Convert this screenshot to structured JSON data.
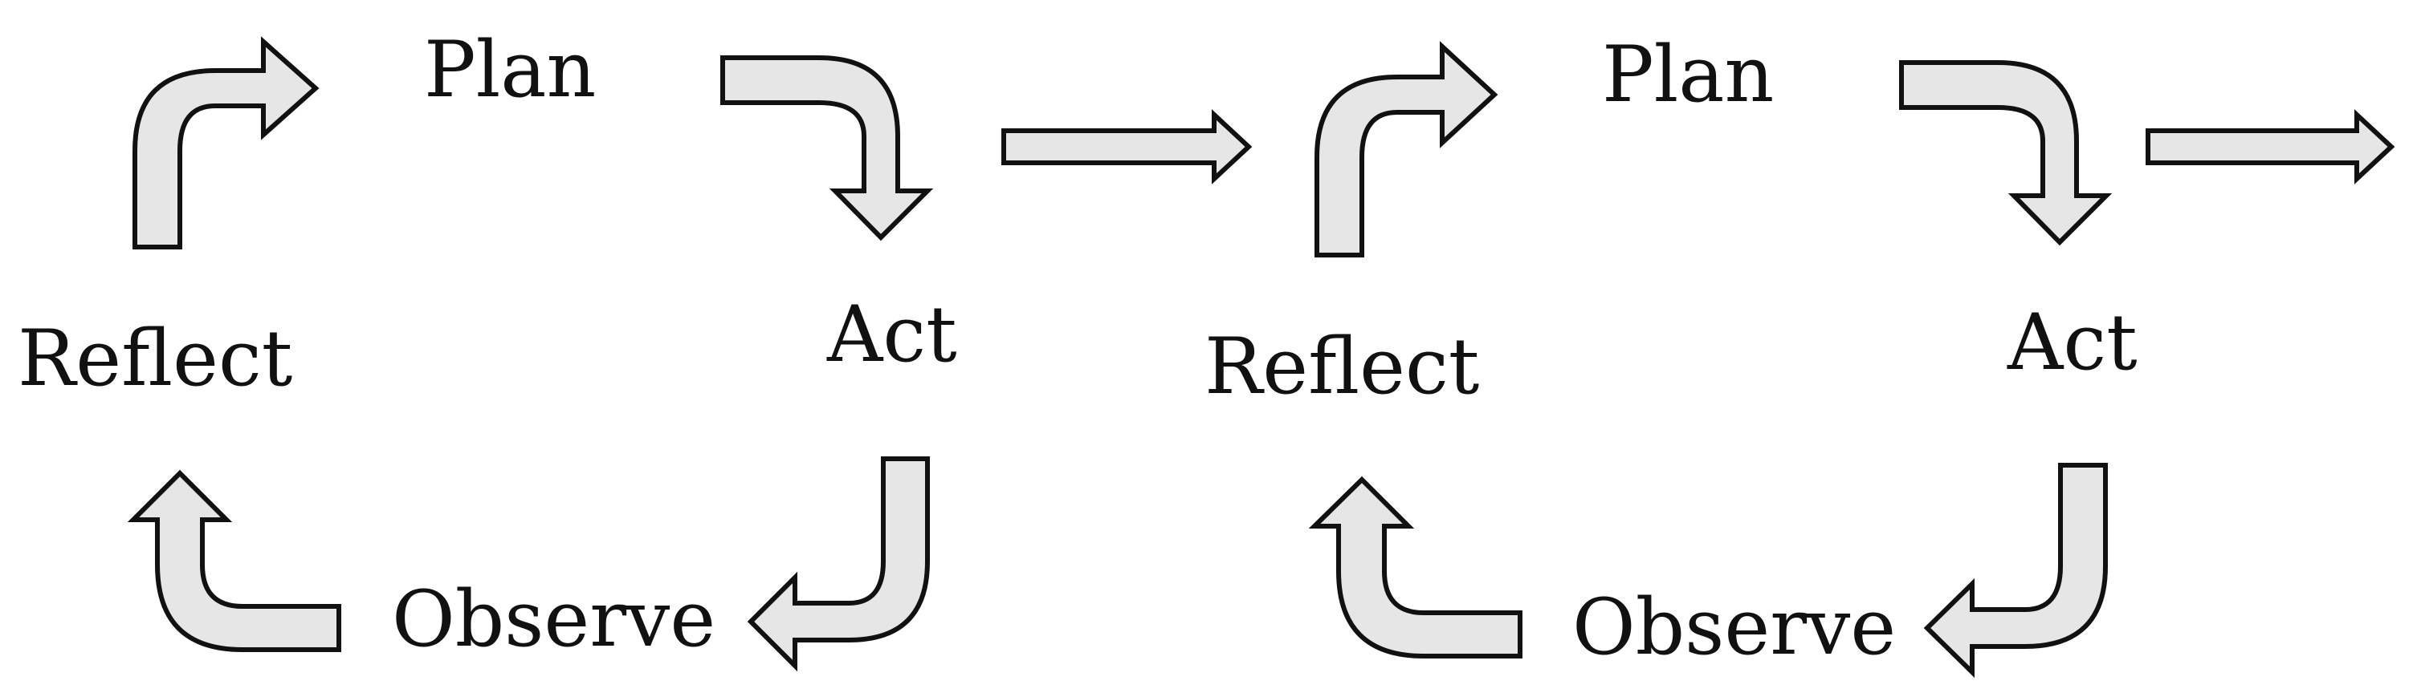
{
  "colors": {
    "arrow_fill": "#e6e6e6",
    "arrow_stroke": "#111111",
    "text": "#111111",
    "background": "#ffffff"
  },
  "cycles": [
    {
      "plan": "Plan",
      "act": "Act",
      "observe": "Observe",
      "reflect": "Reflect"
    },
    {
      "plan": "Plan",
      "act": "Act",
      "observe": "Observe",
      "reflect": "Reflect"
    }
  ]
}
